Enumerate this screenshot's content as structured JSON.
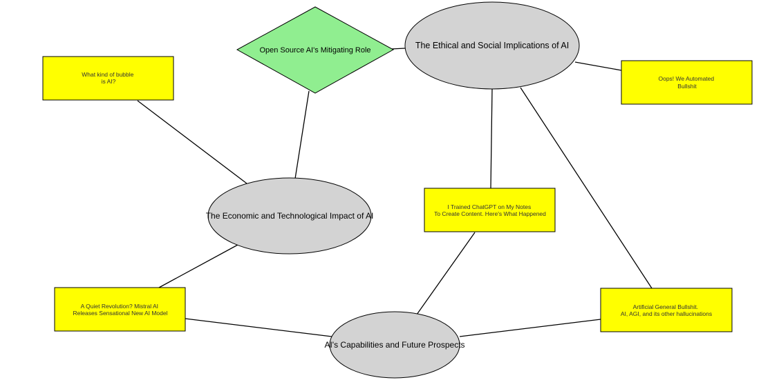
{
  "colors": {
    "topic_fill": "#d3d3d3",
    "article_fill": "#ffff00",
    "diamond_fill": "#90ee90",
    "edge": "#000000"
  },
  "nodes": {
    "ethical": {
      "label": "The Ethical and Social Implications of AI"
    },
    "economic": {
      "label": "The Economic and Technological Impact of AI"
    },
    "capabilities": {
      "label": "AI's Capabilities and Future Prospects"
    },
    "open_source": {
      "label": "Open Source AI's Mitigating Role"
    },
    "bubble": {
      "lines": [
        "What kind of bubble",
        "is AI?"
      ]
    },
    "oops": {
      "lines": [
        "Oops! We Automated",
        "Bullshit"
      ]
    },
    "chatgpt": {
      "lines": [
        "I Trained ChatGPT on My Notes",
        "To Create Content. Here's What Happened"
      ]
    },
    "mistral": {
      "lines": [
        "A Quiet Revolution? Mistral AI",
        "Releases Sensational New AI Model"
      ]
    },
    "agb": {
      "lines": [
        "Artificial General Bullshit.",
        "AI, AGI, and its other hallucinations"
      ]
    }
  }
}
